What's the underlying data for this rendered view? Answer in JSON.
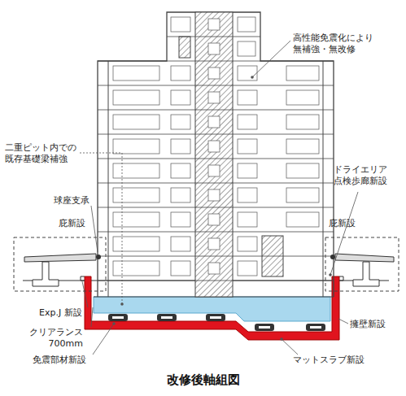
{
  "diagram": {
    "caption": "改修後軸組図",
    "labels": [
      "高性能免震化により 無補強・無改修",
      "二重ピット内での 既存基礎梁補強",
      "ドライエリア 点検歩廊新設",
      "球座支承",
      "庇新設",
      "庇新設",
      "Exp.J 新設",
      "クリアランス 700mm",
      "免震部材新設",
      "擁壁新設",
      "マットスラブ新設"
    ]
  }
}
